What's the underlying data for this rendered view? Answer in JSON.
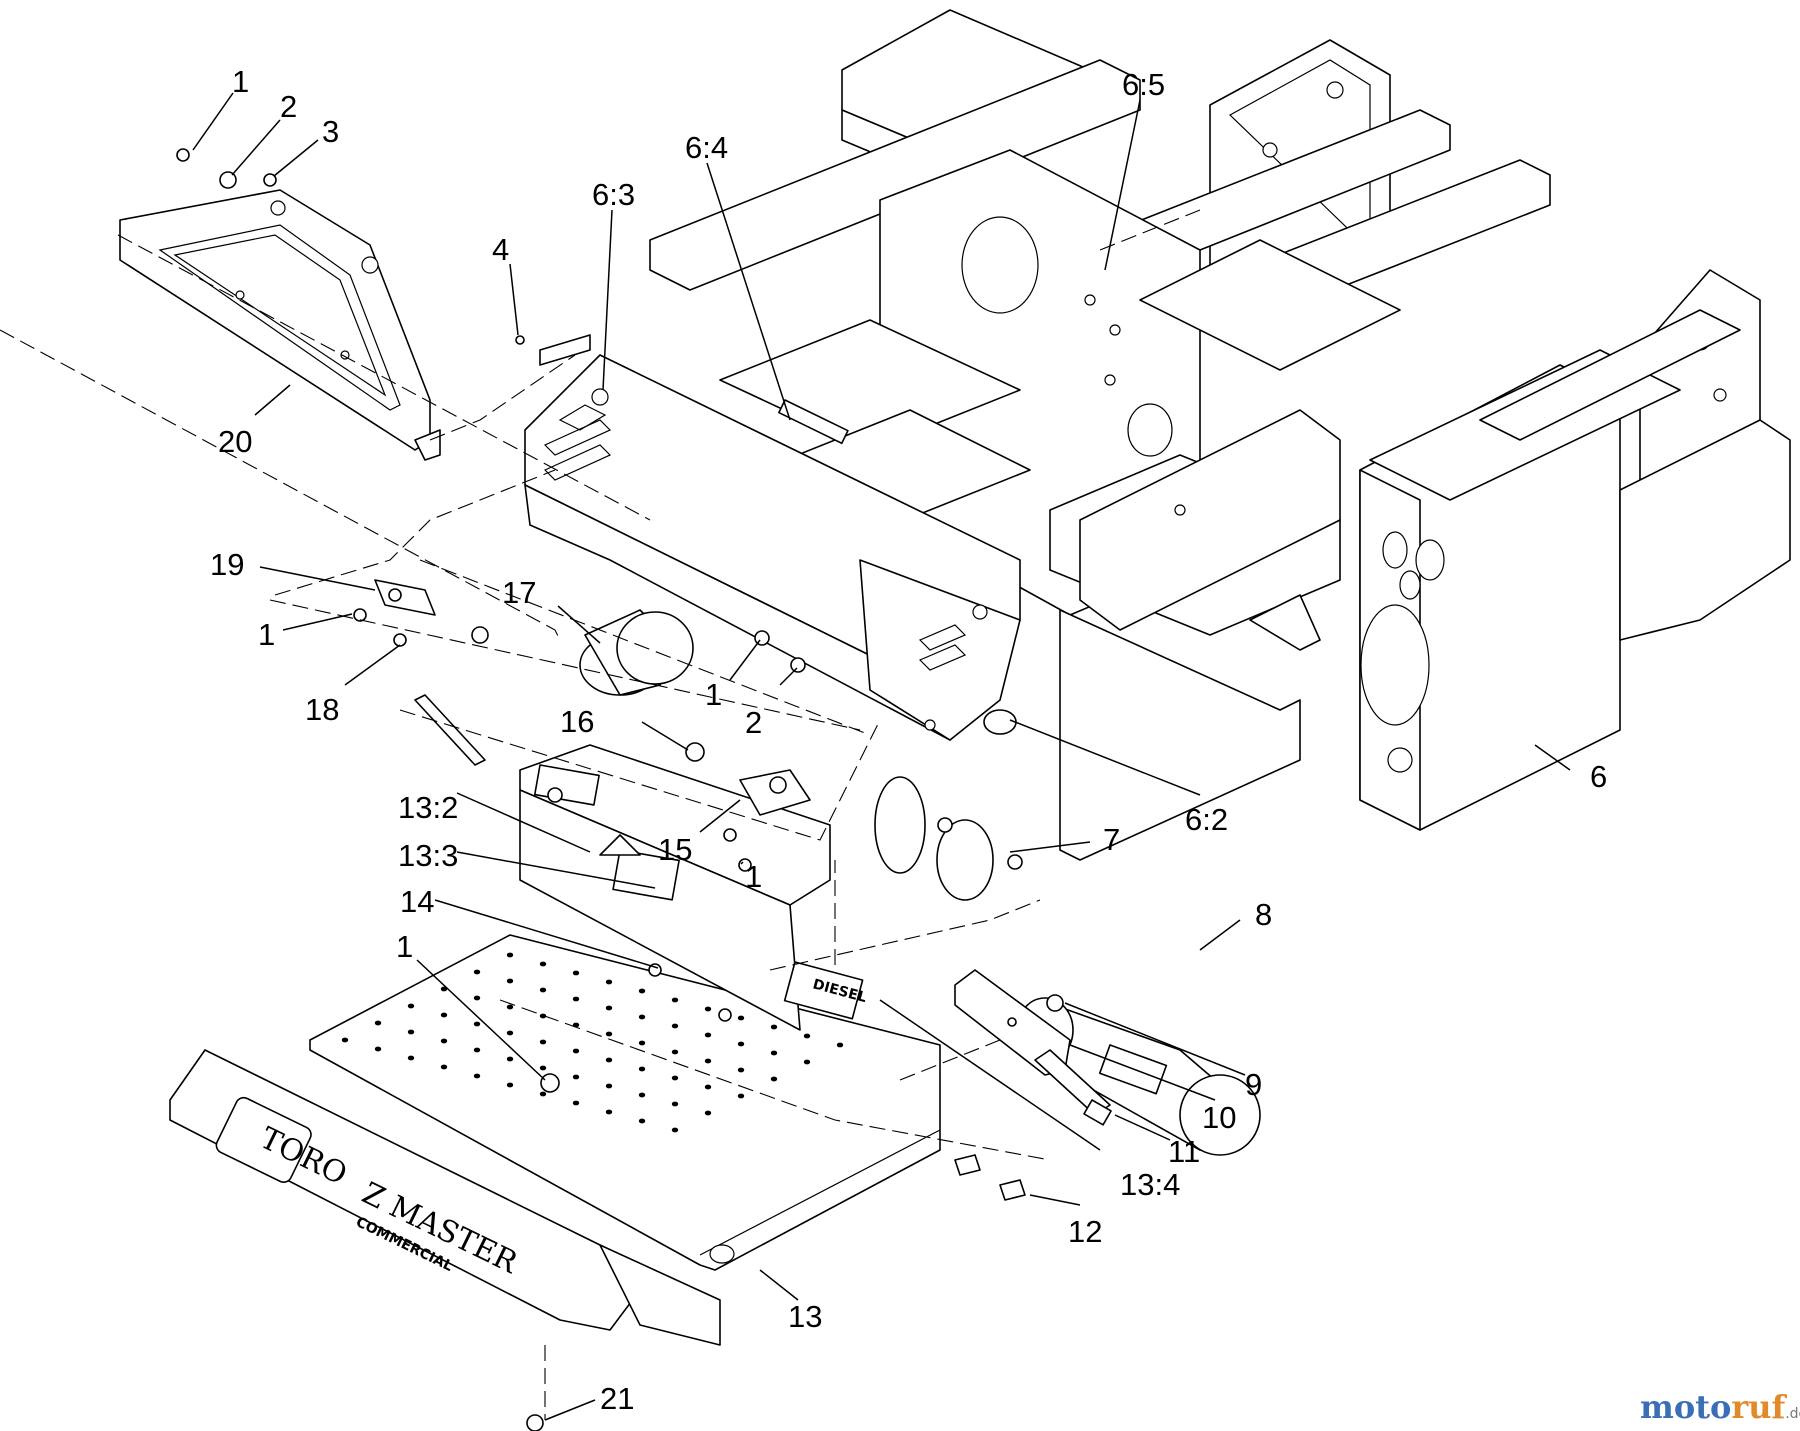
{
  "diagram": {
    "callouts": [
      "1",
      "2",
      "3",
      "4",
      "6:3",
      "6:4",
      "6:5",
      "20",
      "19",
      "1",
      "18",
      "17",
      "1",
      "2",
      "16",
      "13:2",
      "13:3",
      "14",
      "1",
      "15",
      "1",
      "7",
      "8",
      "9",
      "10",
      "11",
      "12",
      "13:4",
      "13",
      "21",
      "6:2",
      "6"
    ],
    "decals": {
      "brand": "TORO",
      "model": "Z MASTER",
      "model_sub": "COMMERCIAL",
      "fuel": "DIESEL"
    },
    "watermark": {
      "part_a": "moto",
      "part_b": "ruf",
      "suffix": ".de"
    }
  }
}
